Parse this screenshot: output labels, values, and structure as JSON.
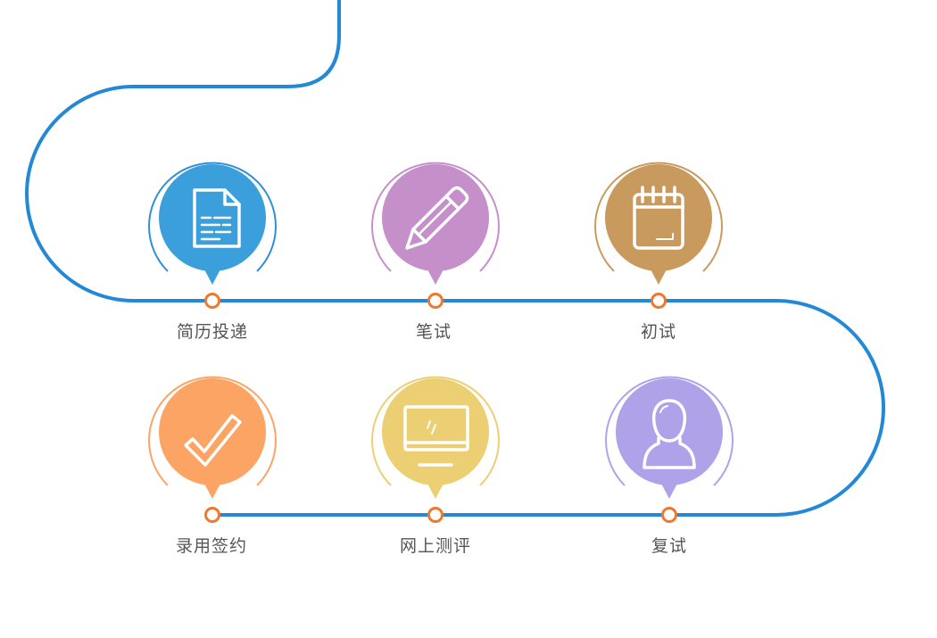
{
  "colors": {
    "path": "#2389d6",
    "node_stroke": "#f0782a",
    "label_text": "#555555"
  },
  "steps": [
    {
      "label": "简历投递",
      "icon": "document-icon",
      "color": "#3b9fdc",
      "ring": "#2f8fd6"
    },
    {
      "label": "笔试",
      "icon": "pencil-icon",
      "color": "#c58fca",
      "ring": "#c58fca"
    },
    {
      "label": "初试",
      "icon": "notepad-icon",
      "color": "#c99a5e",
      "ring": "#c99a5e"
    },
    {
      "label": "录用签约",
      "icon": "checkmark-icon",
      "color": "#fca464",
      "ring": "#fca464"
    },
    {
      "label": "网上测评",
      "icon": "monitor-icon",
      "color": "#eccf72",
      "ring": "#eccf72"
    },
    {
      "label": "复试",
      "icon": "user-icon",
      "color": "#afa2e9",
      "ring": "#afa2e9"
    }
  ]
}
